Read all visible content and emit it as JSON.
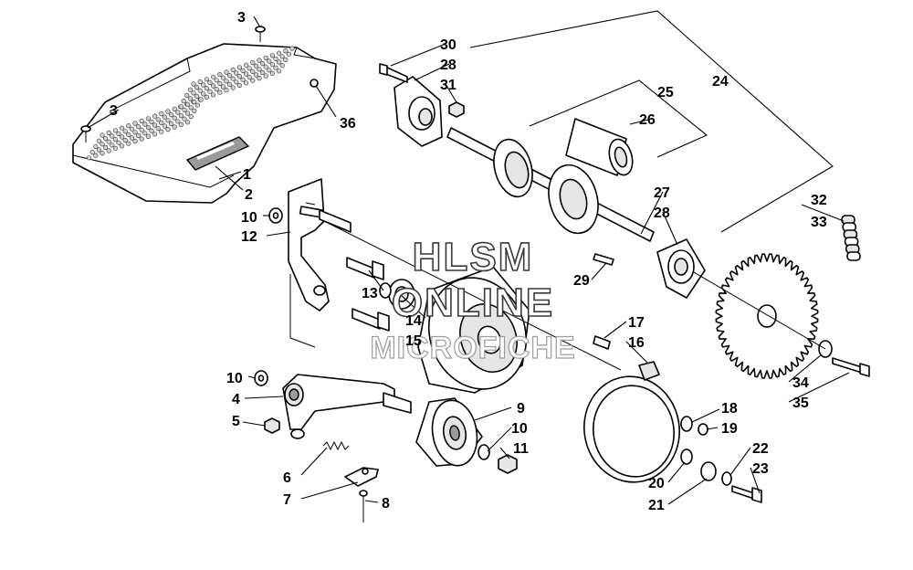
{
  "watermark": {
    "line1": "HLSM",
    "line2": "ONLINE",
    "line3": "MICROFICHE"
  },
  "callouts": [
    {
      "id": "1",
      "label": "1"
    },
    {
      "id": "2",
      "label": "2"
    },
    {
      "id": "3a",
      "label": "3"
    },
    {
      "id": "3b",
      "label": "3"
    },
    {
      "id": "4",
      "label": "4"
    },
    {
      "id": "5",
      "label": "5"
    },
    {
      "id": "6",
      "label": "6"
    },
    {
      "id": "7",
      "label": "7"
    },
    {
      "id": "8",
      "label": "8"
    },
    {
      "id": "9",
      "label": "9"
    },
    {
      "id": "10a",
      "label": "10"
    },
    {
      "id": "10b",
      "label": "10"
    },
    {
      "id": "10c",
      "label": "10"
    },
    {
      "id": "11",
      "label": "11"
    },
    {
      "id": "12",
      "label": "12"
    },
    {
      "id": "13",
      "label": "13"
    },
    {
      "id": "14",
      "label": "14"
    },
    {
      "id": "15",
      "label": "15"
    },
    {
      "id": "16",
      "label": "16"
    },
    {
      "id": "17",
      "label": "17"
    },
    {
      "id": "18",
      "label": "18"
    },
    {
      "id": "19",
      "label": "19"
    },
    {
      "id": "20",
      "label": "20"
    },
    {
      "id": "21",
      "label": "21"
    },
    {
      "id": "22",
      "label": "22"
    },
    {
      "id": "23",
      "label": "23"
    },
    {
      "id": "24",
      "label": "24"
    },
    {
      "id": "25",
      "label": "25"
    },
    {
      "id": "26",
      "label": "26"
    },
    {
      "id": "27",
      "label": "27"
    },
    {
      "id": "28a",
      "label": "28"
    },
    {
      "id": "28b",
      "label": "28"
    },
    {
      "id": "29",
      "label": "29"
    },
    {
      "id": "30",
      "label": "30"
    },
    {
      "id": "31",
      "label": "31"
    },
    {
      "id": "32",
      "label": "32"
    },
    {
      "id": "33",
      "label": "33"
    },
    {
      "id": "34",
      "label": "34"
    },
    {
      "id": "35",
      "label": "35"
    },
    {
      "id": "36",
      "label": "36"
    }
  ]
}
